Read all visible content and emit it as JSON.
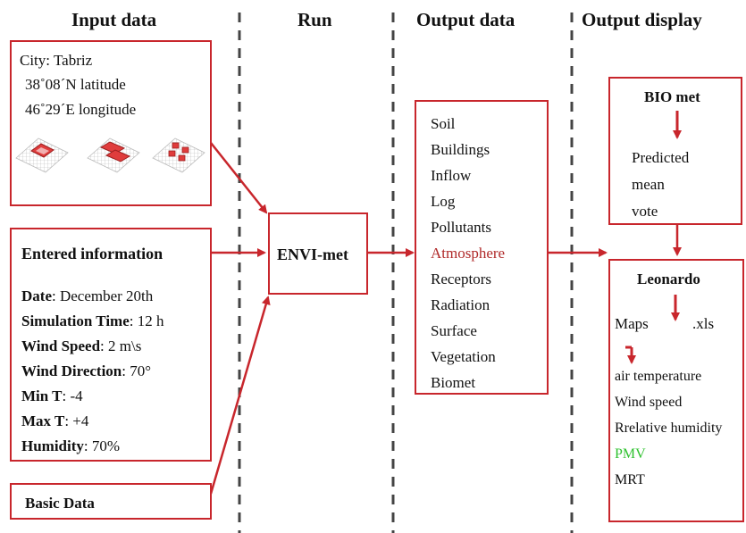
{
  "headers": {
    "input": "Input data",
    "run": "Run",
    "output_data": "Output data",
    "output_display": "Output display"
  },
  "location": {
    "city": "City: Tabriz",
    "latitude": "38˚08´N latitude",
    "longitude": "46˚29´E longitude"
  },
  "entered": {
    "title": "Entered information",
    "rows": [
      {
        "label": "Date",
        "value": ": December 20th"
      },
      {
        "label": "Simulation Time",
        "value": ": 12 h"
      },
      {
        "label": "Wind Speed",
        "value": ": 2 m\\s"
      },
      {
        "label": "Wind Direction",
        "value": ": 70°"
      },
      {
        "label": "Min T",
        "value": ": -4"
      },
      {
        "label": "Max T",
        "value": ": +4"
      },
      {
        "label": "Humidity",
        "value": ": 70%"
      }
    ]
  },
  "basic_data": "Basic Data",
  "envimet": "ENVI-met",
  "output_items": [
    "Soil",
    "Buildings",
    "Inflow",
    "Log",
    "Pollutants",
    "Atmosphere",
    "Receptors",
    "Radiation",
    "Surface",
    "Vegetation",
    "Biomet"
  ],
  "biomet": {
    "title": "BIO met",
    "lines": [
      "Predicted",
      "mean",
      "vote"
    ]
  },
  "leonardo": {
    "title": "Leonardo",
    "maps": "Maps",
    "xls": ".xls",
    "items": [
      "air temperature",
      "Wind speed",
      "Rrelative humidity",
      "PMV",
      "MRT"
    ]
  },
  "colors": {
    "accent_red": "#c8262c",
    "highlight_text": "#b02a2a",
    "pmv_green": "#2fc12f",
    "divider": "#444444"
  }
}
